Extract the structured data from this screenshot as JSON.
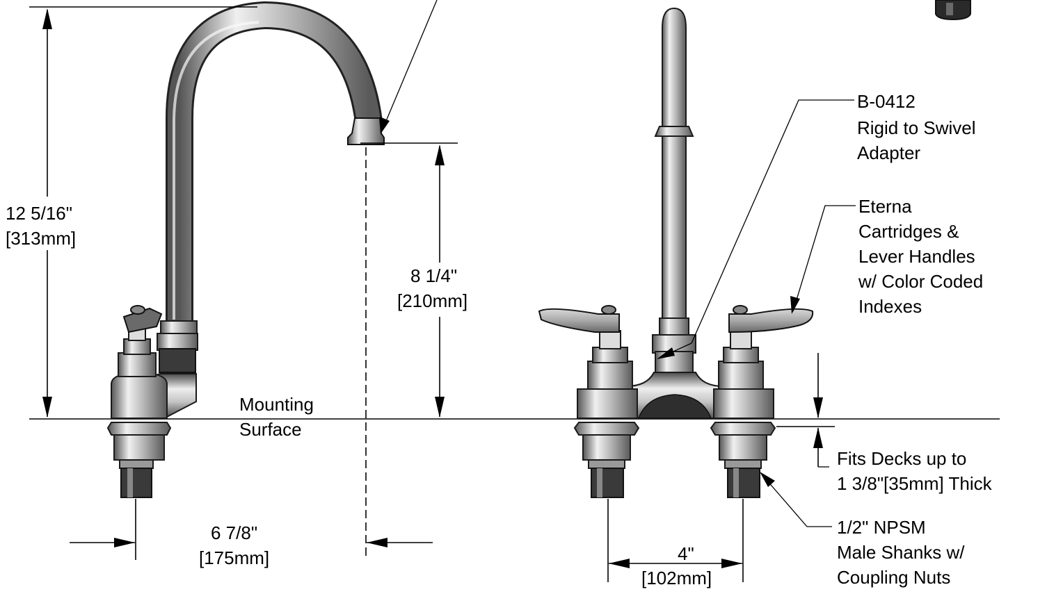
{
  "dimensions": {
    "overall_height": [
      "12 5/16\"",
      "[313mm]"
    ],
    "spout_clearance": [
      "8 1/4\"",
      "[210mm]"
    ],
    "spout_reach": [
      "6 7/8\"",
      "[175mm]"
    ],
    "center_spacing": [
      "4\"",
      "[102mm]"
    ]
  },
  "labels": {
    "mounting_surface": [
      "Mounting",
      "Surface"
    ],
    "adapter": [
      "B-0412",
      "Rigid to Swivel",
      "Adapter"
    ],
    "cartridges": [
      "Eterna",
      "Cartridges &",
      "Lever Handles",
      "w/ Color Coded",
      "Indexes"
    ],
    "deck_thickness": [
      "Fits Decks up to",
      "1 3/8\"[35mm] Thick"
    ],
    "shanks": [
      "1/2\" NPSM",
      "Male Shanks w/",
      "Coupling Nuts"
    ]
  },
  "colors": {
    "chrome_dark": "#555555",
    "chrome_light": "#f0f0f0",
    "line": "#000000"
  }
}
